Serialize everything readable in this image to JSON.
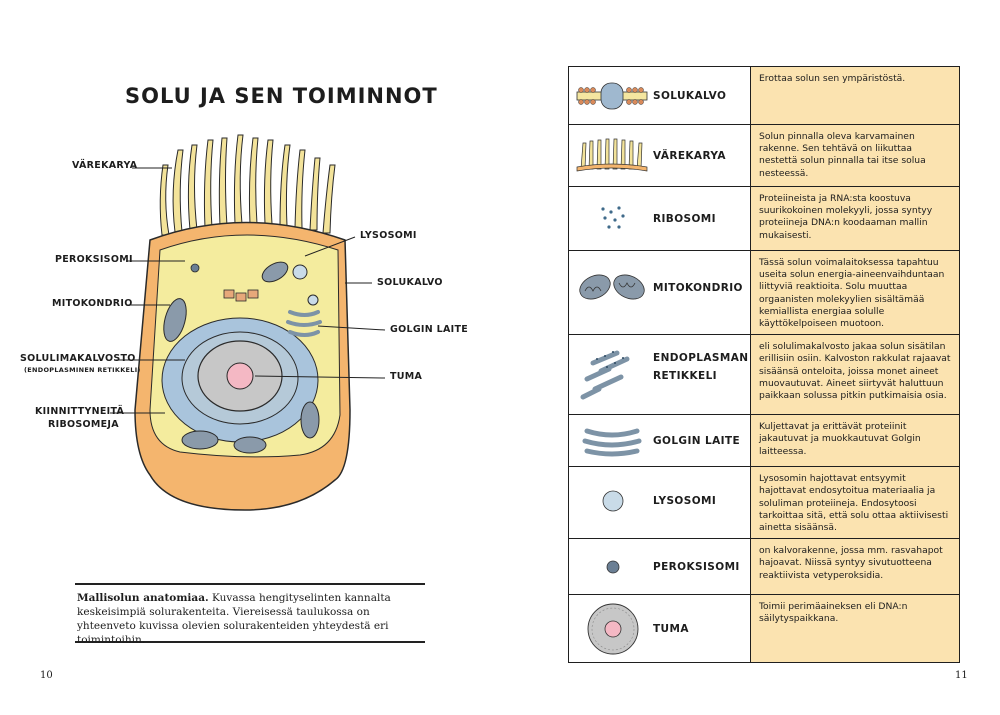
{
  "left_page": {
    "title": "SOLU JA SEN TOIMINNOT",
    "labels": {
      "varekarya": "VÄREKARYA",
      "peroksisomi": "PEROKSISOMI",
      "mitokondrio": "MITOKONDRIO",
      "solulimakalvosto": "SOLULIMAKALVOSTO",
      "solulimakalvosto_sub": "(ENDOPLASMINEN RETIKKELI)",
      "kiinnittyneita1": "KIINNITTYNEITÄ",
      "kiinnittyneita2": "RIBOSOMEJA",
      "lysosomi": "LYSOSOMI",
      "solukalvo": "SOLUKALVO",
      "golgin": "GOLGIN LAITE",
      "tuma": "TUMA"
    },
    "caption_bold": "Mallisolun anatomiaa.",
    "caption_text": " Kuvassa hengityselinten kannalta keskeisimpiä solurakenteita. Viereisessä taulukossa on yhteenveto kuvissa olevien solurakenteiden yhteydestä eri toimintoihin.",
    "page_number": "10"
  },
  "right_page": {
    "page_number": "11",
    "rows": [
      {
        "name": "SOLUKALVO",
        "icon": "cell-membrane-icon",
        "text": "Erottaa solun sen ympäristöstä."
      },
      {
        "name": "VÄREKARYA",
        "icon": "cilia-icon",
        "text": "Solun pinnalla oleva karvamainen rakenne. Sen tehtävä on liikuttaa nestettä solun pinnalla tai itse solua nesteessä."
      },
      {
        "name": "RIBOSOMI",
        "icon": "ribosome-icon",
        "text": "Proteiineista ja RNA:sta koostuva suurikokoinen molekyyli, jossa syntyy proteiineja DNA:n koodaaman mallin mukaisesti."
      },
      {
        "name": "MITOKONDRIO",
        "icon": "mitochondrion-icon",
        "text": "Tässä solun voimalaitoksessa tapahtuu useita solun energia-aineenvaihduntaan liittyviä reaktioita. Solu muuttaa orgaanisten molekyylien sisältämää kemiallista energiaa solulle käyttökelpoiseen muotoon."
      },
      {
        "name": "ENDOPLASMAN RETIKKELI",
        "icon": "endoplasmic-reticulum-icon",
        "text": "eli solulimakalvosto jakaa solun sisätilan erillisiin osiin. Kalvoston rakkulat rajaavat sisäänsä onteloita, joissa monet aineet muovautuvat. Aineet siirtyvät haluttuun paikkaan solussa pitkin putkimaisia osia."
      },
      {
        "name": "GOLGIN LAITE",
        "icon": "golgi-icon",
        "text": "Kuljettavat ja erittävät proteiinit jakautuvat ja muokkautuvat Golgin laitteessa."
      },
      {
        "name": "LYSOSOMI",
        "icon": "lysosome-icon",
        "text": "Lysosomin hajottavat entsyymit hajottavat endosytoitua materiaalia ja soluliman proteiineja. Endosytoosi tarkoittaa sitä, että solu ottaa aktiivisesti ainetta sisäänsä."
      },
      {
        "name": "PEROKSISOMI",
        "icon": "peroxisome-icon",
        "text": "on kalvorakenne, jossa mm. rasvahapot hajoavat. Niissä syntyy sivutuotteena reaktiivista vetyperoksidia."
      },
      {
        "name": "TUMA",
        "icon": "nucleus-icon",
        "text": "Toimii perimäaineksen eli DNA:n säilytyspaikkana."
      }
    ]
  }
}
